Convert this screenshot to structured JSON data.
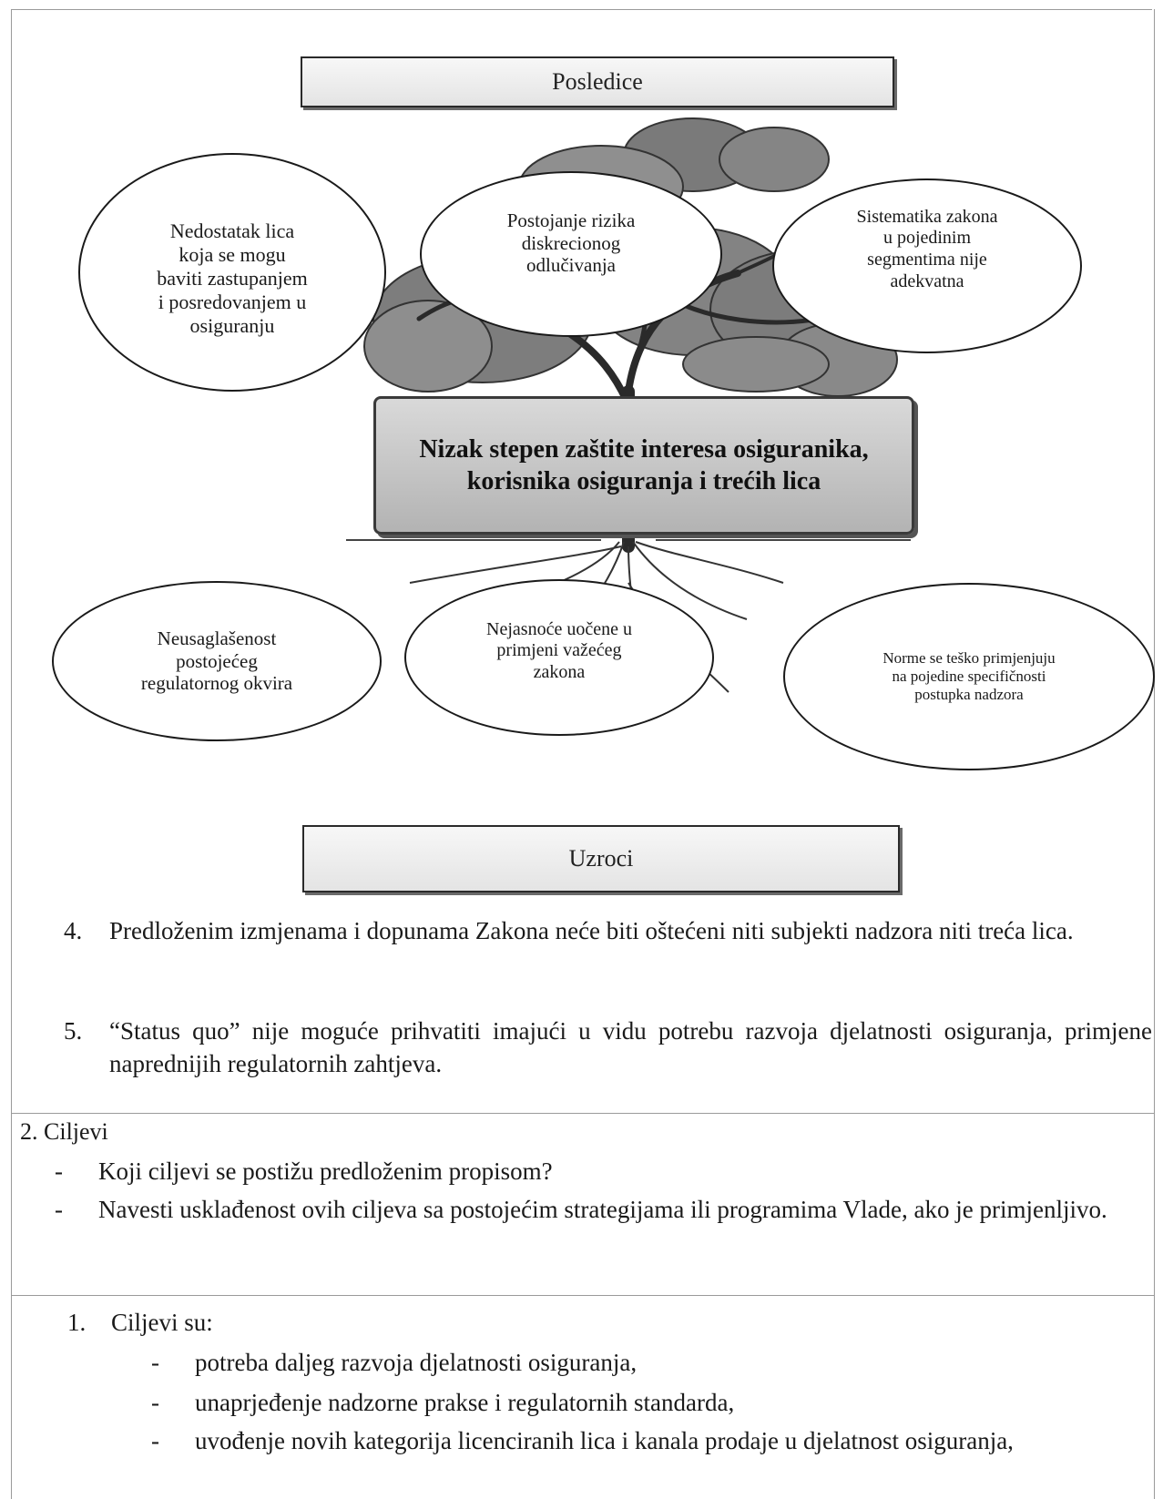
{
  "diagram": {
    "top_label": "Posledice",
    "bottom_label": "Uzroci",
    "problem": [
      "Nizak stepen zaštite interesa osiguranika,",
      "korisnika osiguranja i trećih lica"
    ],
    "consequences": [
      [
        "Nedostatak lica",
        "koja se mogu",
        "baviti zastupanjem",
        "i posredovanjem u",
        "osiguranju"
      ],
      [
        "Postojanje rizika",
        "diskrecionog",
        "odlučivanja"
      ],
      [
        "Sistematika zakona",
        "u pojedinim",
        "segmentima nije",
        "adekvatna"
      ]
    ],
    "causes": [
      [
        "Neusaglašenost",
        "postojećeg",
        "regulatornog okvira"
      ],
      [
        "Nejasnoće uočene u",
        "primjeni važećeg",
        "zakona"
      ],
      [
        "Norme se teško primjenjuju",
        "na pojedine specifičnosti",
        "postupka nadzora"
      ]
    ]
  },
  "numbered_points": [
    {
      "num": "4.",
      "text": "Predloženim izmjenama i dopunama Zakona neće biti oštećeni niti subjekti nadzora niti treća lica."
    },
    {
      "num": "5.",
      "text": "“Status quo” nije moguće prihvatiti imajući u vidu potrebu razvoja djelatnosti osiguranja, primjene naprednijih regulatornih zahtjeva."
    }
  ],
  "section2": {
    "heading": "2. Ciljevi",
    "questions": [
      "Koji ciljevi se postižu predloženim propisom?",
      "Navesti usklađenost ovih ciljeva sa postojećim strategijama ili programima Vlade, ako je primjenljivo."
    ],
    "dash": "-"
  },
  "goals": {
    "num": "1.",
    "title": "Ciljevi su:",
    "items": [
      "potreba daljeg razvoja djelatnosti osiguranja,",
      "unaprjeđenje nadzorne prakse i regulatornih standarda,",
      "uvođenje novih kategorija licenciranih lica i kanala prodaje u djelatnost osiguranja,"
    ]
  }
}
